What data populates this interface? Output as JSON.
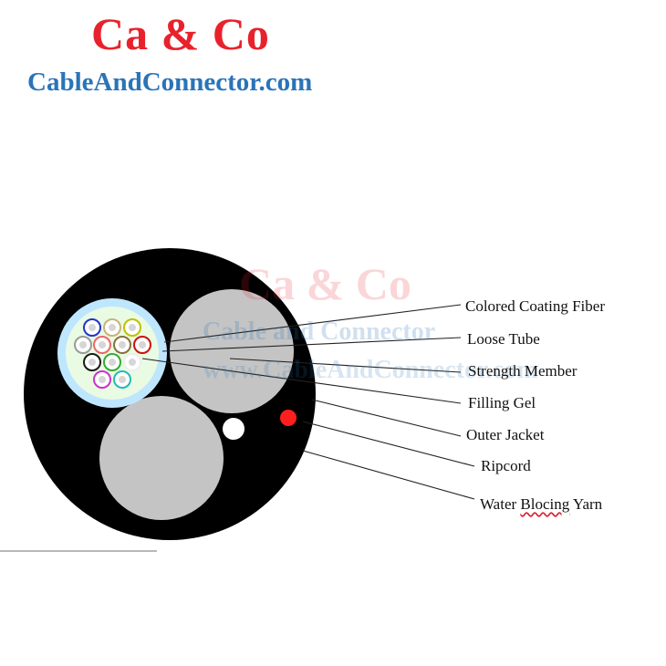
{
  "brand": {
    "title": "Ca & Co",
    "url": "CableAndConnector.com"
  },
  "watermark": {
    "title": "Ca & Co",
    "line1": "Cable and Connector",
    "line2": "www.CableAndConnector.com"
  },
  "labels": {
    "colored_coating_fiber": "Colored Coating Fiber",
    "loose_tube": "Loose Tube",
    "strength_member": "Strength Member",
    "filling_gel": "Filling Gel",
    "outer_jacket": "Outer Jacket",
    "ripcord": "Ripcord",
    "water_blocing_yarn_word1": "Water",
    "water_blocing_yarn_word2": "Blocing",
    "water_blocing_yarn_word3": "Yarn"
  },
  "colors": {
    "brand_red": "#e8222c",
    "brand_blue": "#2a74b8",
    "jacket": "#000000",
    "strength_member": "#c4c4c4",
    "tube_outer": "#bfe6ff",
    "tube_gel": "#e9fbe2",
    "ripcord": "#ff1f1f"
  },
  "fiber_colors": [
    "#2233cc",
    "#c7b27a",
    "#c0c000",
    "#9a9a9a",
    "#ee6666",
    "#8a6f3e",
    "#cc1111",
    "#1a1a1a",
    "#33aa33",
    "#eeeeee",
    "#cc33cc",
    "#22bbbb"
  ]
}
